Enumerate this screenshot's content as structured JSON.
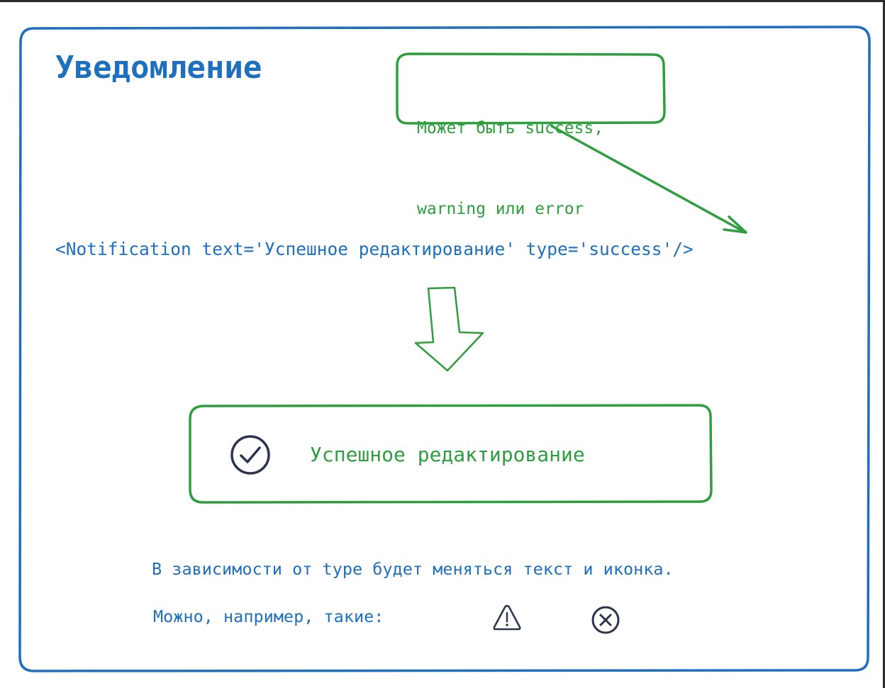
{
  "title": "Уведомление",
  "callout": {
    "line1": "Может быть success,",
    "line2": "warning или error"
  },
  "code_example": "<Notification text='Успешное редактирование' type='success'/>",
  "notification": {
    "text": "Успешное редактирование",
    "icon": "check-circle-icon"
  },
  "notes": {
    "line1": "В зависимости от type будет меняться текст и иконка.",
    "line2": "Можно, например, такие:"
  },
  "icons": [
    "warning-triangle-icon",
    "error-circle-x-icon"
  ],
  "colors": {
    "frame": "#1f6fbf",
    "accent": "#2e9e3e",
    "icon": "#2b3550"
  }
}
